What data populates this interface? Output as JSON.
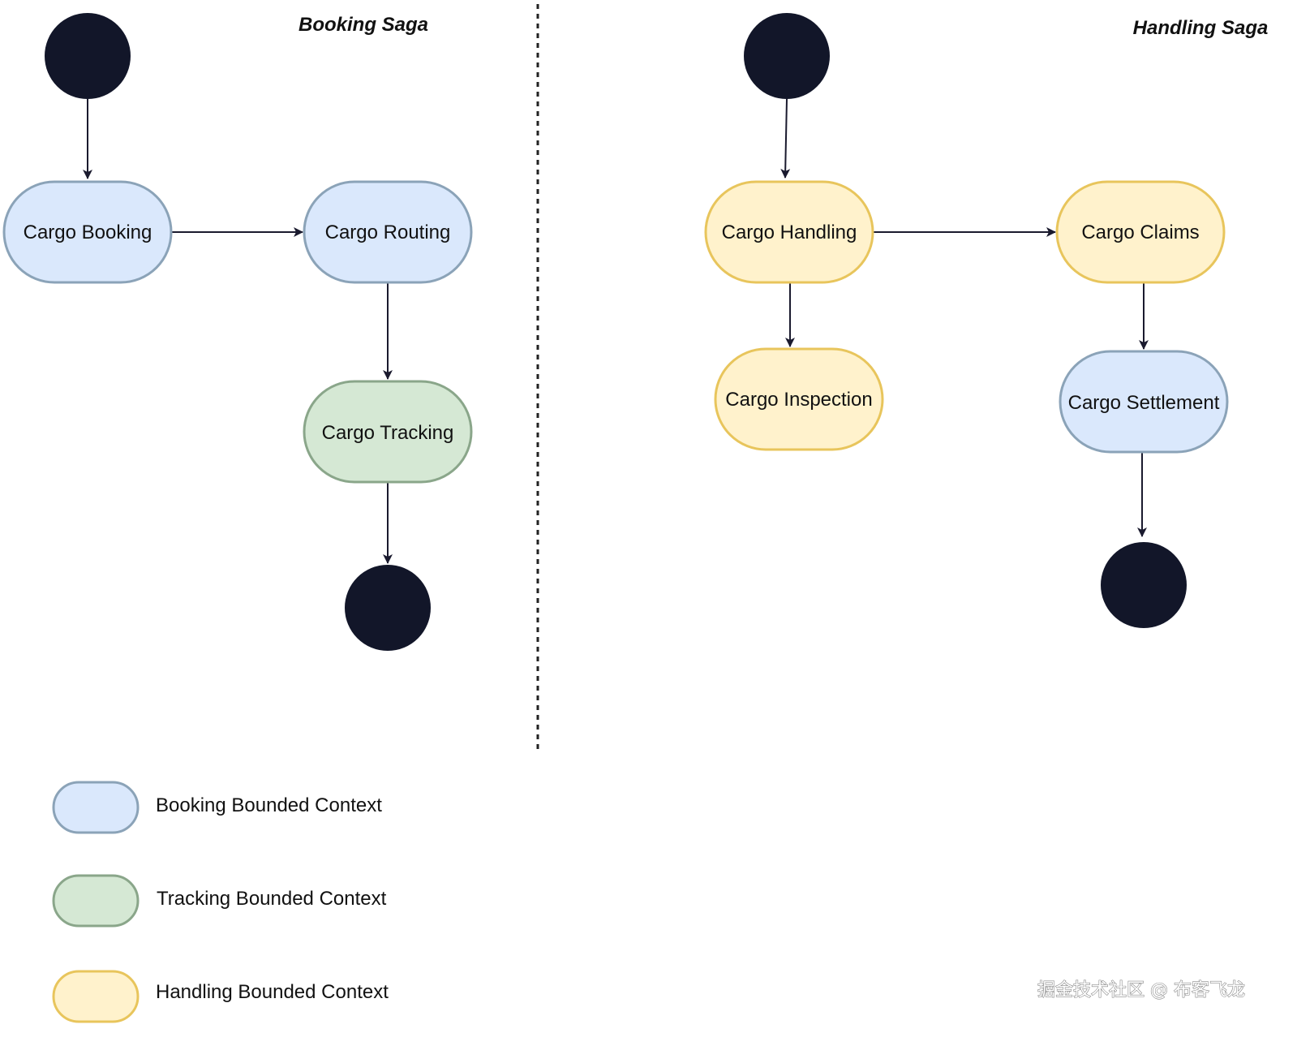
{
  "colors": {
    "booking_fill": "#dae8fc",
    "booking_stroke": "#8ba3b8",
    "tracking_fill": "#d5e8d4",
    "tracking_stroke": "#8aa68a",
    "handling_fill": "#fff2cc",
    "handling_stroke": "#e8c55c",
    "terminal": "#121629",
    "edge": "#1a1a2e"
  },
  "booking_saga": {
    "title": "Booking Saga",
    "nodes": {
      "cargo_booking": "Cargo Booking",
      "cargo_routing": "Cargo Routing",
      "cargo_tracking": "Cargo Tracking"
    }
  },
  "handling_saga": {
    "title": "Handling Saga",
    "nodes": {
      "cargo_handling": "Cargo Handling",
      "cargo_claims": "Cargo Claims",
      "cargo_inspection": "Cargo Inspection",
      "cargo_settlement": "Cargo Settlement"
    }
  },
  "legend": {
    "booking": "Booking Bounded Context",
    "tracking": "Tracking Bounded Context",
    "handling": "Handling Bounded Context"
  },
  "watermark": "掘金技术社区 @ 布客飞龙"
}
